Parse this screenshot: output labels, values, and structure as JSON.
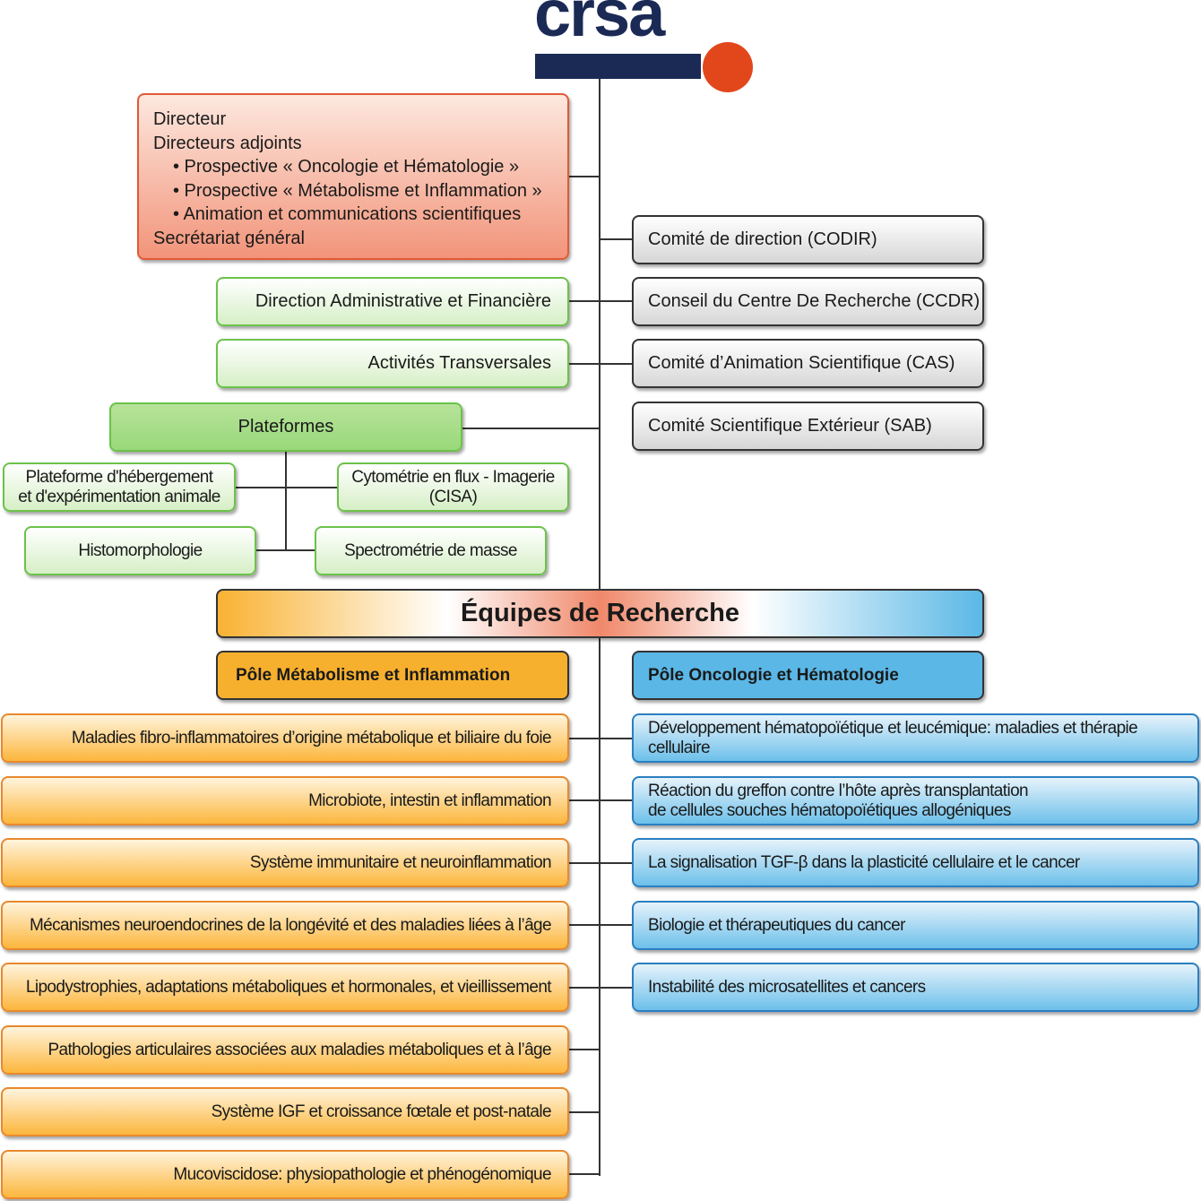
{
  "logo": {
    "text": "crsa",
    "colors": {
      "navy": "#1b2a55",
      "orange": "#e2471b"
    }
  },
  "direction": {
    "lines": [
      "Directeur",
      "Directeurs adjoints",
      "• Prospective « Oncologie et Hématologie »",
      "• Prospective « Métabolisme et Inflammation »",
      "• Animation et communications scientifiques",
      "Secrétariat général"
    ]
  },
  "committees": [
    "Comité de direction (CODIR)",
    "Conseil du Centre De Recherche (CCDR)",
    "Comité d’Animation Scientifique (CAS)",
    "Comité Scientifique Extérieur (SAB)"
  ],
  "admin": {
    "daf": "Direction Administrative et Financière",
    "transversal": "Activités Transversales"
  },
  "platforms": {
    "title": "Plateformes",
    "items": [
      "Plateforme d'hébergement\net d'expérimentation animale",
      "Cytométrie en flux - Imagerie\n(CISA)",
      "Histomorphologie",
      "Spectrométrie de masse"
    ]
  },
  "research": {
    "title": "Équipes de Recherche",
    "pole_metabolism": {
      "title": "Pôle Métabolisme et Inflammation",
      "teams": [
        "Maladies fibro-inflammatoires d’origine métabolique et biliaire du foie",
        "Microbiote, intestin et inflammation",
        "Système immunitaire et neuroinflammation",
        "Mécanismes neuroendocrines de la longévité et des maladies liées à l’âge",
        "Lipodystrophies, adaptations métaboliques et hormonales, et vieillissement",
        "Pathologies articulaires associées aux maladies métaboliques et à l’âge",
        "Système IGF et croissance fœtale et post-natale",
        "Mucoviscidose: physiopathologie et phénogénomique"
      ]
    },
    "pole_oncology": {
      "title": "Pôle Oncologie et Hématologie",
      "teams": [
        "Développement hématopoïétique et leucémique: maladies et thérapie cellulaire",
        "Réaction du greffon contre l’hôte après transplantation\nde cellules souches hématopoïétiques allogéniques",
        "La signalisation TGF-β dans la plasticité cellulaire et le cancer",
        "Biologie et thérapeutiques du cancer",
        "Instabilité des microsatellites et cancers"
      ]
    }
  }
}
